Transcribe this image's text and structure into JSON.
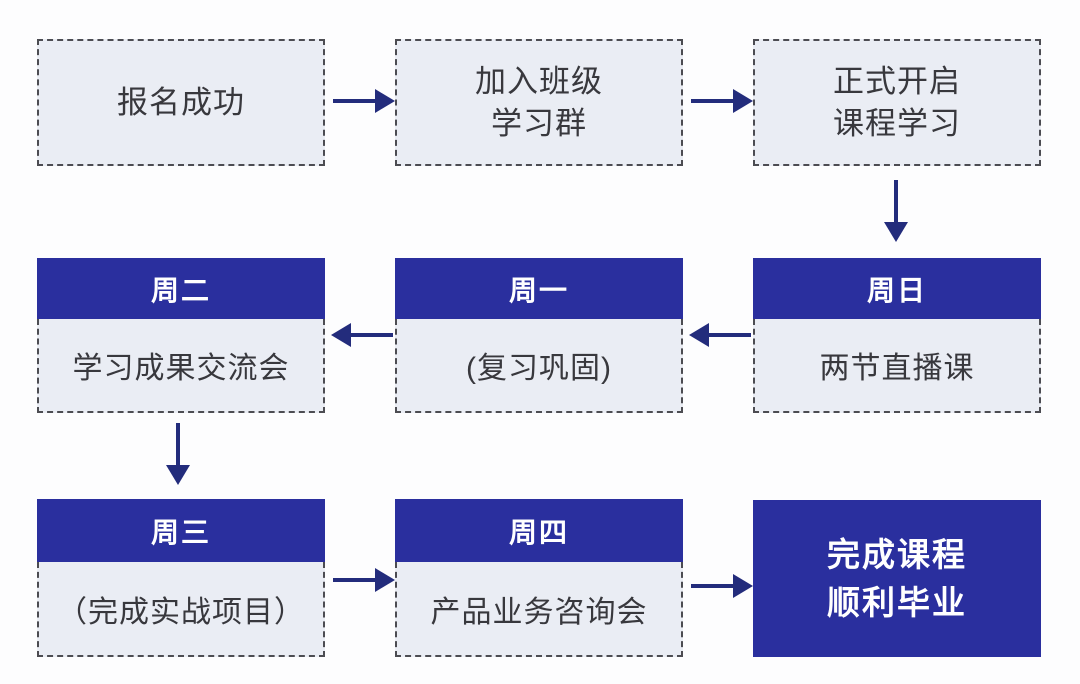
{
  "colors": {
    "navy": "#2a2f9e",
    "arrow": "#232c7c",
    "box_background": "#eaedf4",
    "dashed_border": "#4c4c52",
    "body_text": "#38383d",
    "header_text": "#ffffff"
  },
  "flow": {
    "step1": {
      "text": "报名成功"
    },
    "step2": {
      "text": "加入班级\n学习群"
    },
    "step3": {
      "text": "正式开启\n课程学习"
    },
    "sunday": {
      "day": "周日",
      "text": "两节直播课"
    },
    "monday": {
      "day": "周一",
      "text": "(复习巩固)"
    },
    "tuesday": {
      "day": "周二",
      "text": "学习成果交流会"
    },
    "wednesday": {
      "day": "周三",
      "text": "（完成实战项目）"
    },
    "thursday": {
      "day": "周四",
      "text": "产品业务咨询会"
    },
    "finish": {
      "text": "完成课程\n顺利毕业"
    }
  }
}
